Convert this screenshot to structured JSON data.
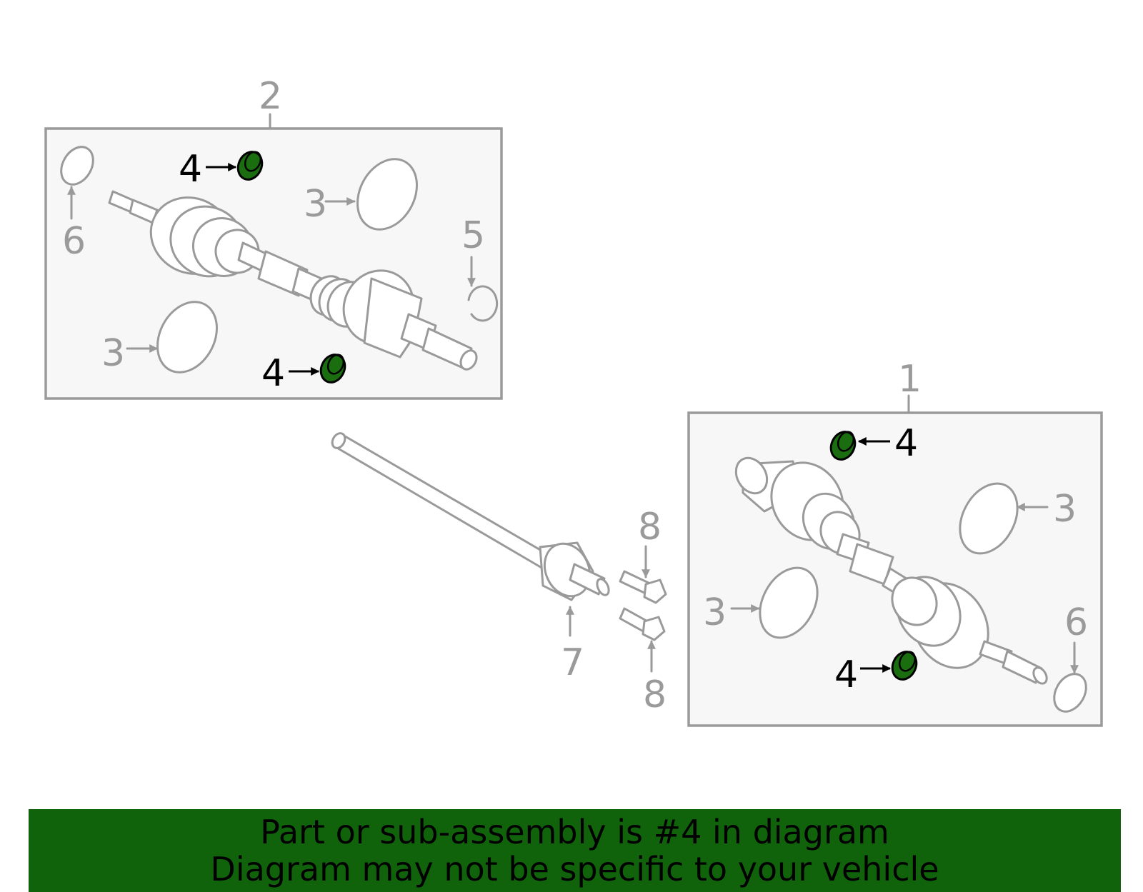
{
  "diagram": {
    "callouts": {
      "assembly_right": "1",
      "assembly_left": "2",
      "boot_clamp": "3",
      "part_4": "4",
      "snap_ring": "5",
      "dust_seal": "6",
      "intermediate_shaft": "7",
      "bolt": "8"
    },
    "highlight_color": "#1a6e0f"
  },
  "banner": {
    "line1": "Part or sub-assembly is #4 in diagram",
    "line2": "Diagram may not be specific to your vehicle",
    "background": "#10630b"
  }
}
